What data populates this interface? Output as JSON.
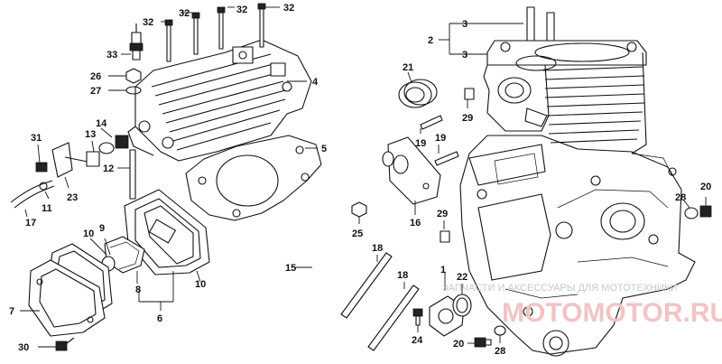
{
  "diagram": {
    "callouts": [
      {
        "id": "c32a",
        "text": "32"
      },
      {
        "id": "c32b",
        "text": "32"
      },
      {
        "id": "c32c",
        "text": "32"
      },
      {
        "id": "c32d",
        "text": "32"
      },
      {
        "id": "c33",
        "text": "33"
      },
      {
        "id": "c26",
        "text": "26"
      },
      {
        "id": "c27",
        "text": "27"
      },
      {
        "id": "c4",
        "text": "4"
      },
      {
        "id": "c3a",
        "text": "3"
      },
      {
        "id": "c2",
        "text": "2"
      },
      {
        "id": "c3b",
        "text": "3"
      },
      {
        "id": "c21",
        "text": "21"
      },
      {
        "id": "c29a",
        "text": "29"
      },
      {
        "id": "c31",
        "text": "31"
      },
      {
        "id": "c14",
        "text": "14"
      },
      {
        "id": "c13",
        "text": "13"
      },
      {
        "id": "c23",
        "text": "23"
      },
      {
        "id": "c11",
        "text": "11"
      },
      {
        "id": "c17",
        "text": "17"
      },
      {
        "id": "c12",
        "text": "12"
      },
      {
        "id": "c5",
        "text": "5"
      },
      {
        "id": "c19a",
        "text": "19"
      },
      {
        "id": "c19b",
        "text": "19"
      },
      {
        "id": "c16",
        "text": "16"
      },
      {
        "id": "c29b",
        "text": "29"
      },
      {
        "id": "c25",
        "text": "25"
      },
      {
        "id": "c9",
        "text": "9"
      },
      {
        "id": "c10a",
        "text": "10"
      },
      {
        "id": "c10b",
        "text": "10"
      },
      {
        "id": "c8",
        "text": "8"
      },
      {
        "id": "c6",
        "text": "6"
      },
      {
        "id": "c7",
        "text": "7"
      },
      {
        "id": "c30",
        "text": "30"
      },
      {
        "id": "c15",
        "text": "15"
      },
      {
        "id": "c18a",
        "text": "18"
      },
      {
        "id": "c18b",
        "text": "18"
      },
      {
        "id": "c1",
        "text": "1"
      },
      {
        "id": "c22",
        "text": "22"
      },
      {
        "id": "c24",
        "text": "24"
      },
      {
        "id": "c20a",
        "text": "20"
      },
      {
        "id": "c28a",
        "text": "28"
      },
      {
        "id": "c28b",
        "text": "28"
      },
      {
        "id": "c20b",
        "text": "20"
      }
    ],
    "watermark": {
      "line1": "ЗАПЧАСТИ И АКСЕССУАРЫ ДЛЯ МОТОТЕХНИКИ",
      "line2": "MOTOMOTOR.RU"
    },
    "colors": {
      "ink": "#111111",
      "paper": "#ffffff",
      "watermark_text": "#c8c8c8",
      "watermark_logo": "#f2c4c4"
    }
  }
}
